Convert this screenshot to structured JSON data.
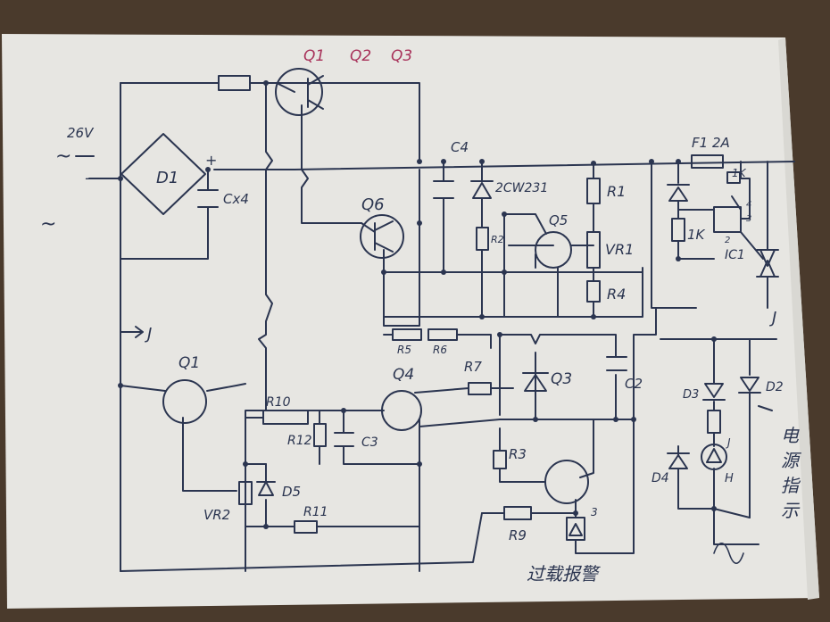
{
  "header_labels": {
    "q1": "Q1",
    "q2": "Q2",
    "q3": "Q3"
  },
  "labels": {
    "v26": "26V",
    "ac_top": "~",
    "ac_bottom": "~",
    "minus": "-",
    "plus": "+",
    "d1": "D1",
    "cx4": "Cx4",
    "c4": "C4",
    "zener": "2CW231",
    "r1": "R1",
    "r2": "R2",
    "vr1": "VR1",
    "r4": "R4",
    "q5": "Q5",
    "q6": "Q6",
    "fuse": "F1 2A",
    "one_k_top": "1K",
    "one_k": "1K",
    "ic1": "IC1",
    "pin2": "2",
    "pin3": "3",
    "pin4": "4",
    "j_left": "J",
    "j_right": "J",
    "q1_lower": "Q1",
    "q4": "Q4",
    "r10": "R10",
    "r12": "R12",
    "c3": "C3",
    "r5": "R5",
    "r6": "R6",
    "r7": "R7",
    "q3_lower": "Q3",
    "c2": "C2",
    "d3": "D3",
    "d2": "D2",
    "d4": "D4",
    "lamp_j": "J",
    "lamp_h": "H",
    "r3": "R3",
    "r9": "R9",
    "vr2": "VR2",
    "d5": "D5",
    "r11": "R11",
    "overload_alarm": "过载报警",
    "power_indicator": "电源指示",
    "pin3_alarm": "3"
  }
}
